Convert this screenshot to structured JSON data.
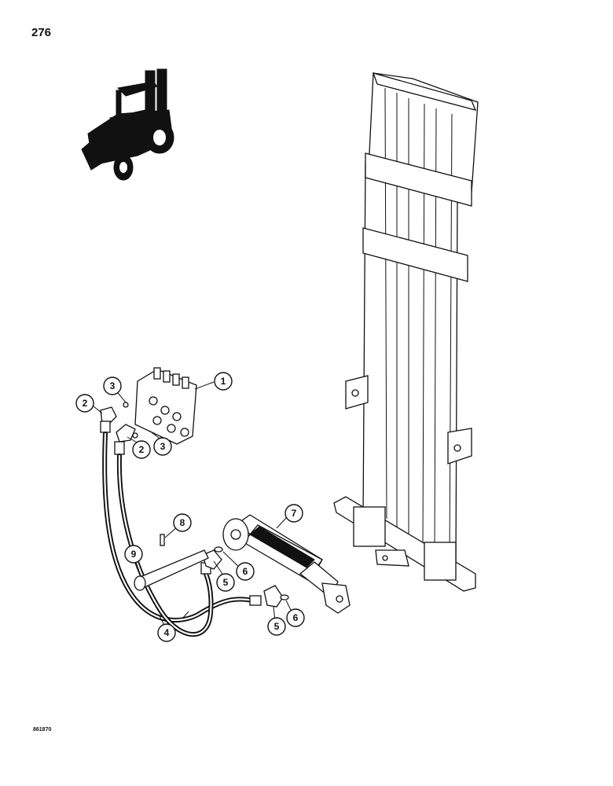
{
  "page": {
    "number": "276",
    "figure_code": "861870"
  },
  "callouts": [
    {
      "label": "1"
    },
    {
      "label": "2"
    },
    {
      "label": "3"
    },
    {
      "label": "2"
    },
    {
      "label": "3"
    },
    {
      "label": "4"
    },
    {
      "label": "5"
    },
    {
      "label": "6"
    },
    {
      "label": "5"
    },
    {
      "label": "6"
    },
    {
      "label": "7"
    },
    {
      "label": "8"
    },
    {
      "label": "9"
    }
  ],
  "icons": {
    "machine": "rough-terrain-forklift-icon",
    "mast": "forklift-mast-icon",
    "valve": "control-valve-icon",
    "cylinder": "tilt-cylinder-icon"
  }
}
